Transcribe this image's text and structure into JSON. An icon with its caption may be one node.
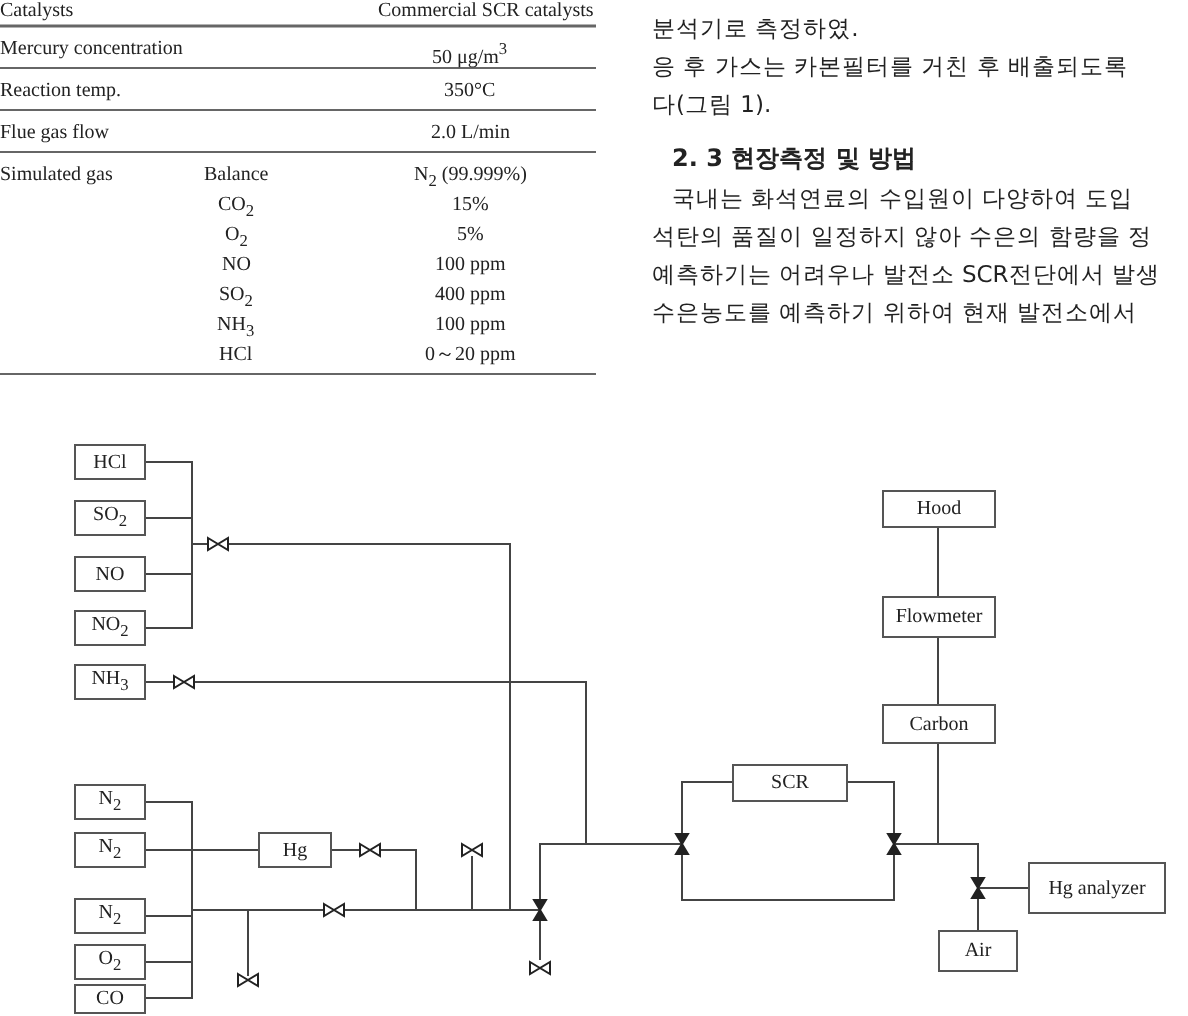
{
  "diagram": {
    "nodes": [
      {
        "text": [
          "HCl"
        ]
      },
      {
        "text": [
          "SO$_{2}$"
        ]
      },
      {
        "text": [
          "NO"
        ]
      },
      {
        "text": [
          "NO$_{2}$"
        ]
      },
      {
        "text": [
          "NH$_{3}$"
        ]
      },
      {
        "text": [
          "N$_{2}$"
        ]
      },
      {
        "text": [
          "N$_{2}$"
        ]
      },
      {
        "text": [
          "N$_{2}$"
        ]
      },
      {
        "text": [
          "O$_{2}$"
        ]
      },
      {
        "text": [
          "CO"
        ]
      },
      {
        "text": [
          "Hg"
        ]
      },
      {
        "text": [
          "SCR"
        ]
      },
      {
        "text": [
          "Hood"
        ]
      },
      {
        "text": [
          "Flowmeter"
        ]
      },
      {
        "text": [
          "Carbon"
        ]
      },
      {
        "text": [
          "Hg analyzer"
        ]
      },
      {
        "text": [
          "Air"
        ]
      }
    ],
    "edges": [
      {
        "from": 0,
        "to": 11,
        "arrow": "none"
      },
      {
        "from": 1,
        "to": 11,
        "arrow": "none"
      },
      {
        "from": 2,
        "to": 11,
        "arrow": "none"
      },
      {
        "from": 3,
        "to": 11,
        "arrow": "none"
      },
      {
        "from": 4,
        "to": 11,
        "arrow": "none"
      },
      {
        "from": 5,
        "to": 11,
        "arrow": "none"
      },
      {
        "from": 6,
        "to": 10,
        "arrow": "none"
      },
      {
        "from": 10,
        "to": 11,
        "arrow": "none"
      },
      {
        "from": 7,
        "to": 11,
        "arrow": "none"
      },
      {
        "from": 8,
        "to": 11,
        "arrow": "none"
      },
      {
        "from": 9,
        "to": 11,
        "arrow": "none"
      },
      {
        "from": 11,
        "to": 14,
        "arrow": "none"
      },
      {
        "from": 14,
        "to": 13,
        "arrow": "none"
      },
      {
        "from": 13,
        "to": 12,
        "arrow": "none"
      },
      {
        "from": 11,
        "to": 15,
        "arrow": "none"
      },
      {
        "from": 16,
        "to": 14,
        "arrow": "none"
      }
    ],
    "labels": [
      "Catalysts",
      "Commercial SCR catalysts",
      "Mercury concentration",
      "50 μg/m$^{3}$",
      "Reaction temp.",
      "350°C",
      "Flue gas flow",
      "2.0 L/min",
      "Simulated gas",
      "Balance",
      "N$_{2}$ (99.999%)",
      "CO$_{2}$",
      "15%",
      "O$_{2}$",
      "5%",
      "NO",
      "100 ppm",
      "SO$_{2}$",
      "400 ppm",
      "NH$_{3}$",
      "100 ppm",
      "HCl",
      "0～20 ppm",
      "분석기로 측정하였.",
      "응 후 가스는 카본필터를 거친 후 배출되도록",
      "다(그림 1).",
      "2. 3 현장측정 및 방법",
      "국내는 화석연료의 수입원이 다양하여 도입",
      "석탄의 품질이 일정하지 않아 수은의 함량을 정",
      "예측하기는 어려우나 발전소 SCR전단에서 발생",
      "수은농도를 예측하기 위하여 현재 발전소에서"
    ]
  }
}
